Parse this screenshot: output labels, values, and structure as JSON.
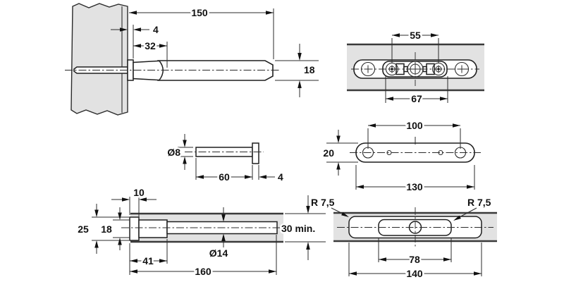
{
  "drawing": {
    "kind": "technical-dimension-drawing",
    "colors": {
      "background": "#ffffff",
      "panel_fill": "#e2e2e2",
      "panel_edge": "#3a3a3a",
      "line": "#2b2b2b",
      "text": "#111111"
    },
    "views": {
      "rod_wall": {
        "d150": "150",
        "d4": "4",
        "d32": "32",
        "d18": "18"
      },
      "plate_front": {
        "d55": "55",
        "d67": "67"
      },
      "bolt": {
        "dia": "Ø8",
        "d60": "60",
        "d4": "4"
      },
      "plate_top": {
        "d100": "100",
        "d20": "20",
        "d130": "130"
      },
      "shelf_section": {
        "d10": "10",
        "d25": "25",
        "d18": "18",
        "d41": "41",
        "d160": "160",
        "dia": "Ø14",
        "dmin": "30 min."
      },
      "shelf_plan": {
        "r_left": "R 7,5",
        "r_right": "R 7,5",
        "d78": "78",
        "d140": "140"
      }
    }
  }
}
